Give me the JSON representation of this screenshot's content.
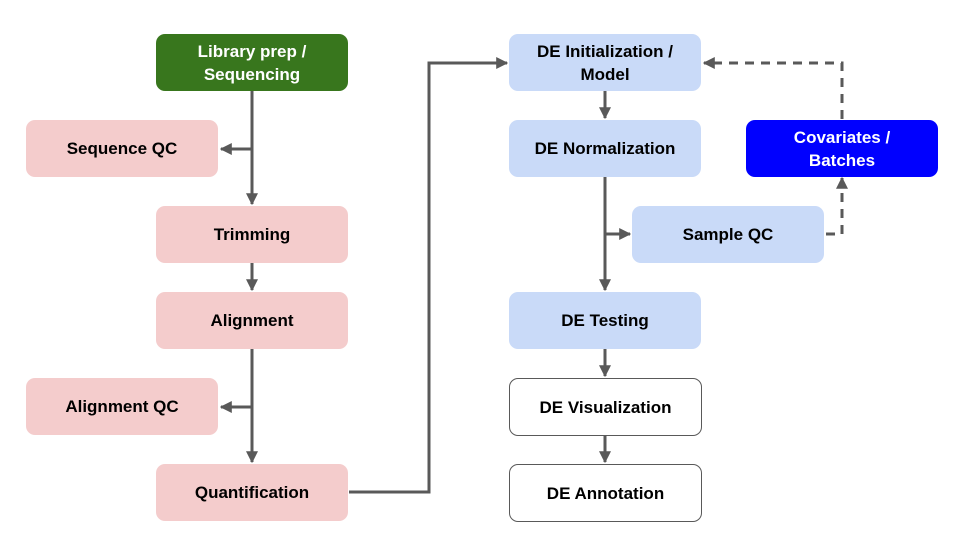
{
  "diagram": {
    "colors": {
      "sequencing": "#38761d",
      "preprocessing": "#f4cccc",
      "analysis": "#c9daf8",
      "covariates": "#0000ff",
      "output": "#ffffff",
      "edge": "#595959"
    },
    "nodes": {
      "library_prep": {
        "label": "Library prep   /\nSequencing"
      },
      "sequence_qc": {
        "label": "Sequence QC"
      },
      "trimming": {
        "label": "Trimming"
      },
      "alignment": {
        "label": "Alignment"
      },
      "alignment_qc": {
        "label": "Alignment QC"
      },
      "quantification": {
        "label": "Quantification"
      },
      "de_init": {
        "label": "DE Initialization /\nModel"
      },
      "de_norm": {
        "label": "DE Normalization"
      },
      "sample_qc": {
        "label": "Sample QC"
      },
      "covariates": {
        "label": "Covariates /\nBatches"
      },
      "de_testing": {
        "label": "DE Testing"
      },
      "de_visualization": {
        "label": "DE Visualization"
      },
      "de_annotation": {
        "label": "DE Annotation"
      }
    },
    "edges": [
      {
        "from": "library_prep",
        "to": "trimming",
        "style": "solid"
      },
      {
        "from": "library_prep",
        "to": "sequence_qc",
        "style": "solid"
      },
      {
        "from": "trimming",
        "to": "alignment",
        "style": "solid"
      },
      {
        "from": "alignment",
        "to": "quantification",
        "style": "solid"
      },
      {
        "from": "alignment",
        "to": "alignment_qc",
        "style": "solid"
      },
      {
        "from": "quantification",
        "to": "de_init",
        "style": "solid"
      },
      {
        "from": "de_init",
        "to": "de_norm",
        "style": "solid"
      },
      {
        "from": "de_norm",
        "to": "de_testing",
        "style": "solid"
      },
      {
        "from": "de_norm",
        "to": "sample_qc",
        "style": "solid"
      },
      {
        "from": "sample_qc",
        "to": "covariates",
        "style": "dashed"
      },
      {
        "from": "covariates",
        "to": "de_init",
        "style": "dashed"
      },
      {
        "from": "de_testing",
        "to": "de_visualization",
        "style": "solid"
      },
      {
        "from": "de_visualization",
        "to": "de_annotation",
        "style": "solid"
      }
    ]
  }
}
